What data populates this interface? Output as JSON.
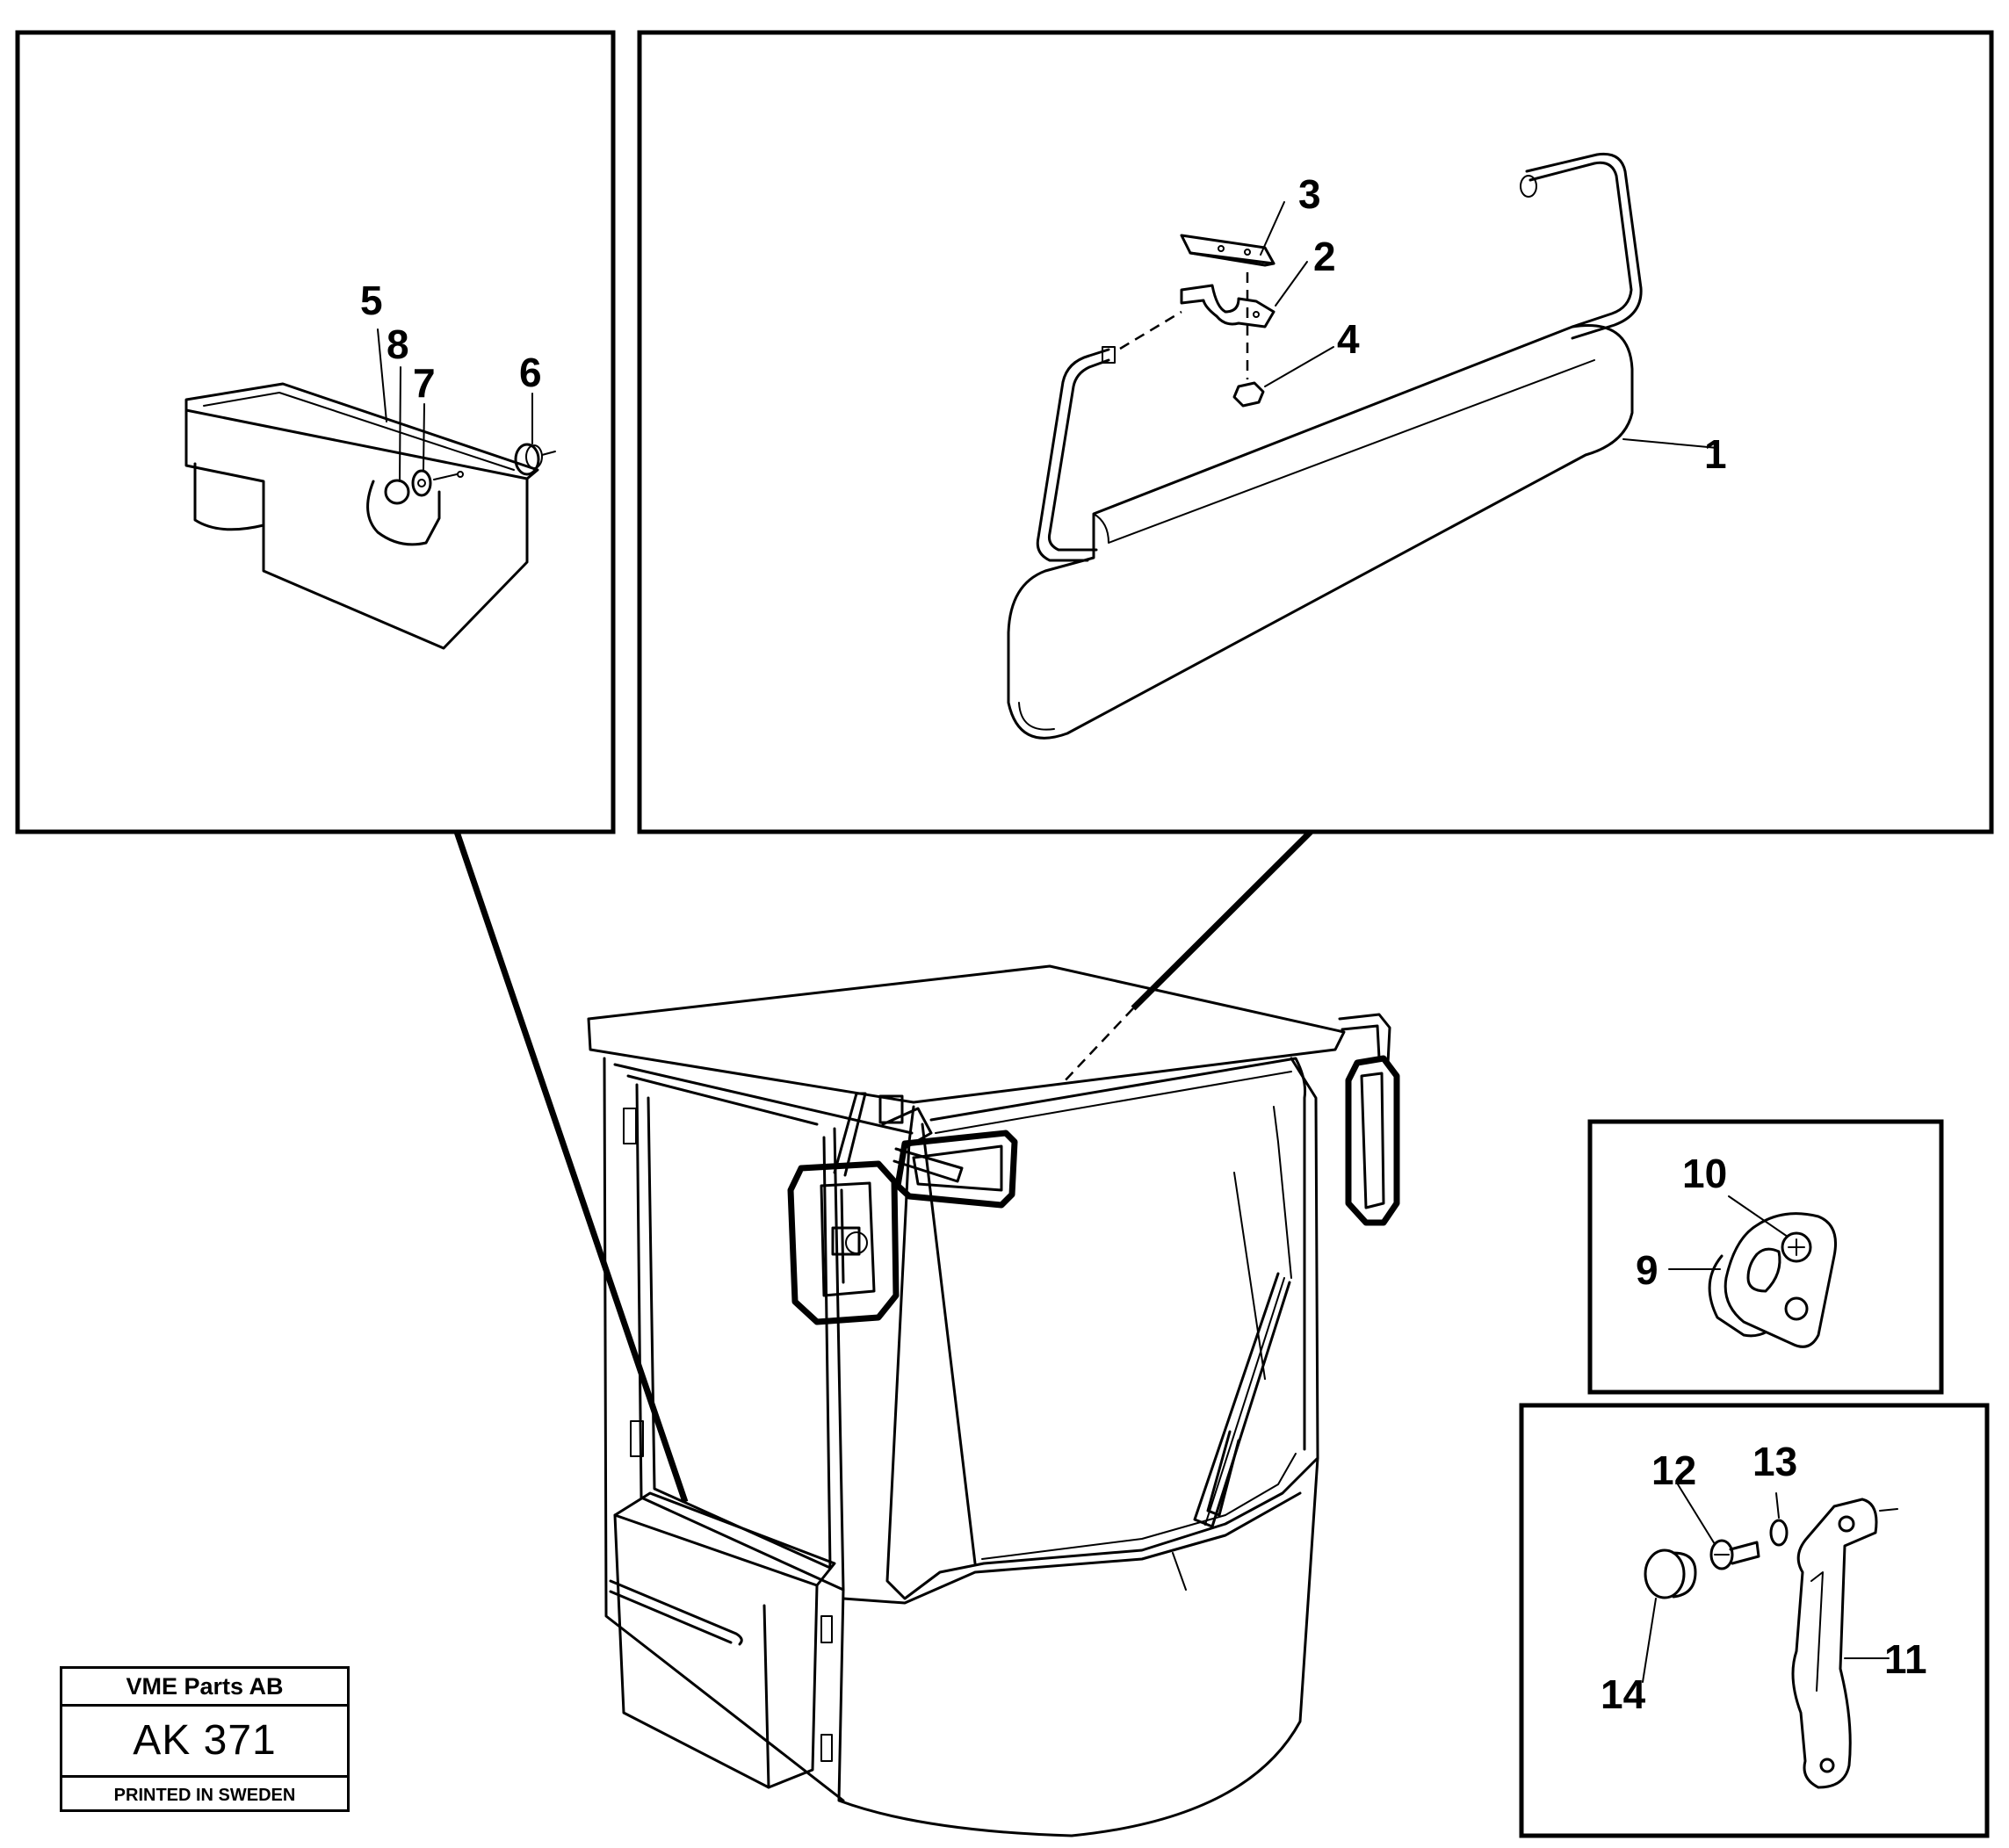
{
  "callouts": {
    "c1": "1",
    "c2": "2",
    "c3": "3",
    "c4": "4",
    "c5": "5",
    "c6": "6",
    "c7": "7",
    "c8": "8",
    "c9": "9",
    "c10": "10",
    "c11": "11",
    "c12": "12",
    "c13": "13",
    "c14": "14"
  },
  "stamp": {
    "company": "VME Parts AB",
    "code": "AK 371",
    "printed": "PRINTED IN SWEDEN"
  }
}
